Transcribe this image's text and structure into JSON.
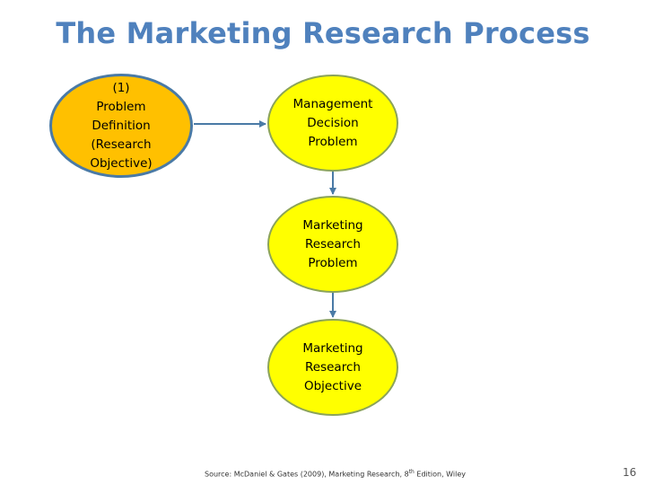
{
  "slide": {
    "title": "The Marketing Research Process",
    "page_number": "16"
  },
  "nodes": {
    "problem_definition": "(1)\nProblem\nDefinition\n(Research\nObjective)",
    "management_decision_problem": "Management\nDecision\nProblem",
    "marketing_research_problem": "Marketing\nResearch\nProblem",
    "marketing_research_objective": "Marketing\nResearch\nObjective"
  },
  "source": {
    "prefix": "Source: McDaniel & Gates (2009), Marketing Research, 8",
    "superscript": "th",
    "suffix": " Edition, Wiley"
  },
  "colors": {
    "title": "#4f81bd",
    "orange_fill": "#ffc000",
    "yellow_fill": "#ffff00",
    "arrow": "#4a7aa6",
    "yellow_border": "#8ba35a"
  }
}
